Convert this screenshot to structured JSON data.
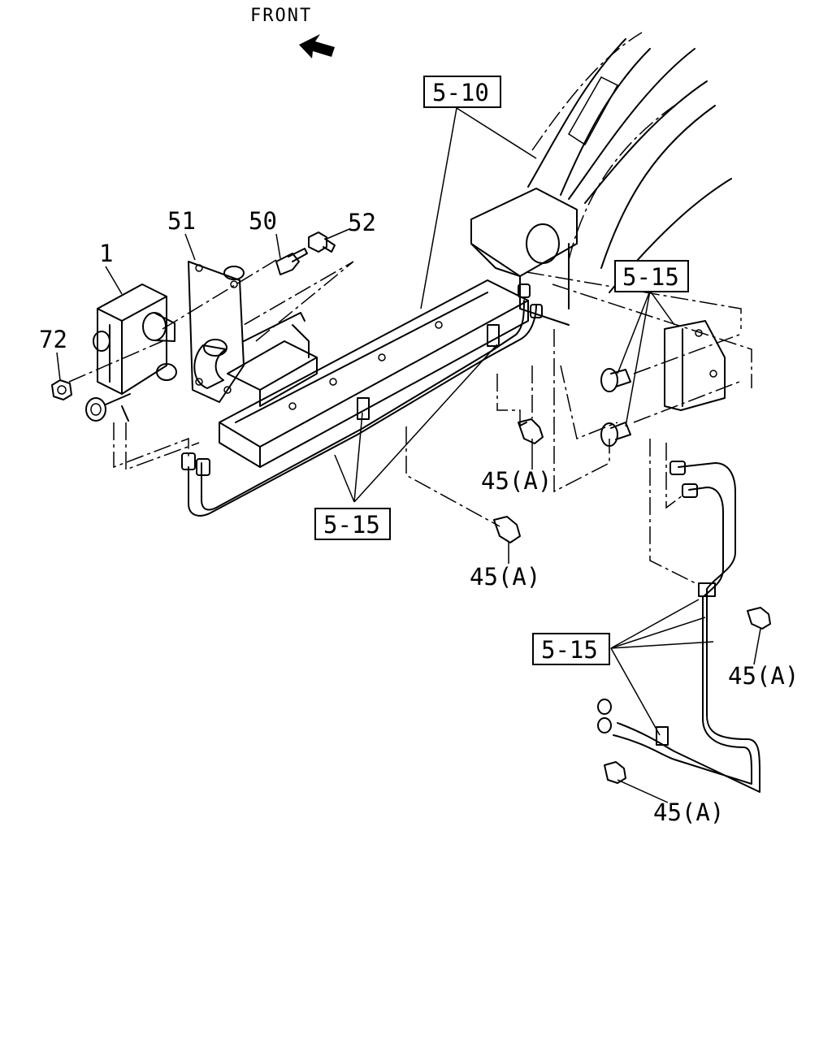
{
  "header": {
    "front_label": "FRONT",
    "direction_icon": "arrow-left-icon"
  },
  "callouts": {
    "ref_5_10": "5-10",
    "ref_5_15_upper": "5-15",
    "ref_5_15_lower": "5-15",
    "ref_5_15_right": "5-15"
  },
  "parts": {
    "p1": "1",
    "p51": "51",
    "p50": "50",
    "p52": "52",
    "p72": "72",
    "p45_a": "45(A)",
    "p45_b": "45(A)",
    "p45_c": "45(A)",
    "p45_d": "45(A)"
  },
  "colors": {
    "ink": "#000000",
    "paper": "#ffffff"
  }
}
